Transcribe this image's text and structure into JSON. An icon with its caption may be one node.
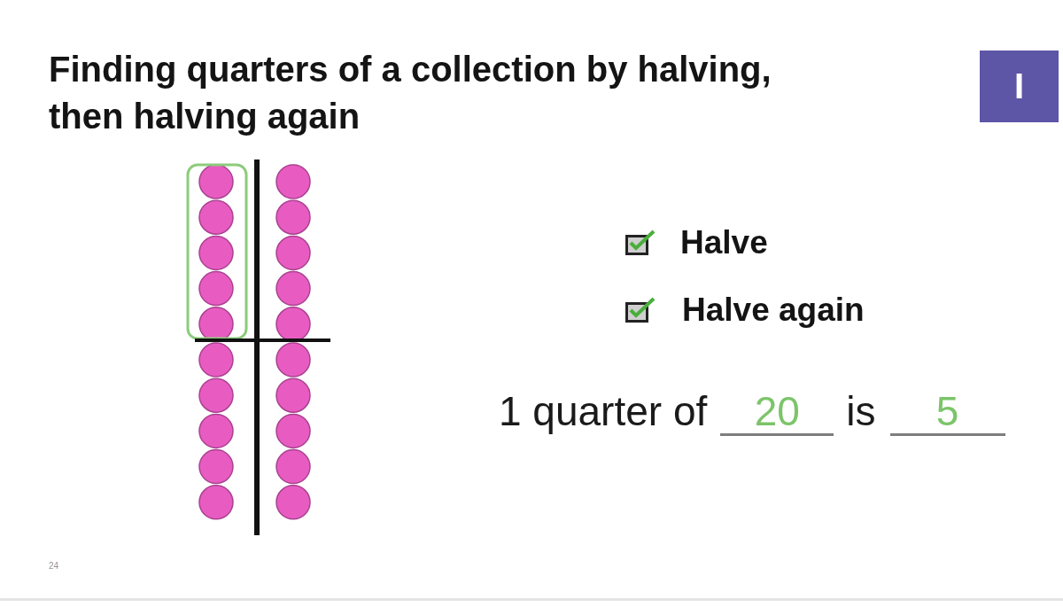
{
  "diagram": {
    "title": "Finding quarters of a collection by halving, then halving again",
    "labels": [
      "I",
      "Halve",
      "Halve again",
      "1 quarter of",
      "20",
      "is",
      "5",
      "24"
    ]
  }
}
